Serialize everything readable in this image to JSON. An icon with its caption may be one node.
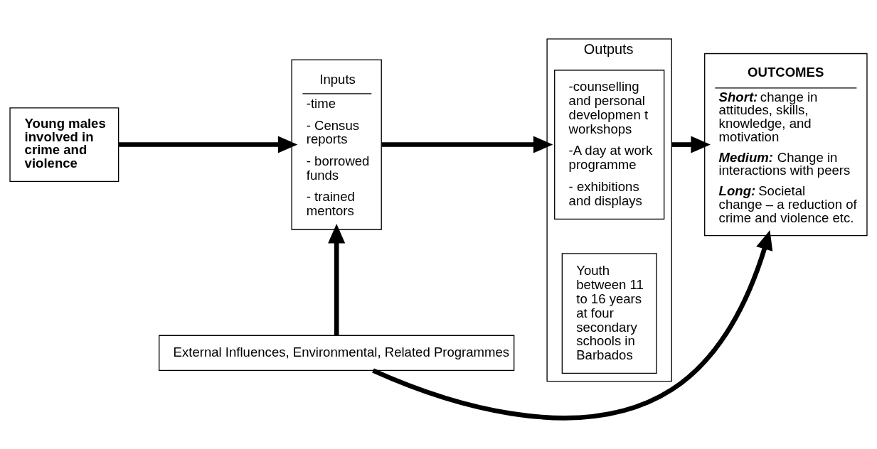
{
  "diagram": {
    "nodes": [
      {
        "text": [
          "Young males involved in crime and violence"
        ]
      },
      {
        "text": [
          "Inputs",
          "-time",
          "- Census reports",
          "- borrowed funds",
          "- trained mentors"
        ]
      },
      {
        "text": [
          "Outputs"
        ]
      },
      {
        "text": [
          "-counselling and personal developmen t workshops",
          "-A day at work programme",
          "- exhibitions and displays"
        ],
        "in": 2
      },
      {
        "text": [
          "Youth between 11 to 16 years at four secondary schools in Barbados"
        ],
        "in": 2
      },
      {
        "text": [
          "OUTCOMES",
          "**Short:** change in attitudes, skills, knowledge, and motivation",
          "**Medium:** Change in interactions with peers",
          "**Long:** Societal change – a reduction of crime and violence etc."
        ]
      },
      {
        "text": [
          "External Influences, Environmental, Related Programmes"
        ]
      }
    ],
    "edges": [
      {
        "from": 0,
        "to": 1,
        "arrow": "to"
      },
      {
        "from": 1,
        "to": 2,
        "arrow": "to"
      },
      {
        "from": 2,
        "to": 5,
        "arrow": "to"
      },
      {
        "from": 6,
        "to": 1,
        "arrow": "to"
      },
      {
        "from": 6,
        "to": 5,
        "arrow": "to"
      }
    ]
  }
}
